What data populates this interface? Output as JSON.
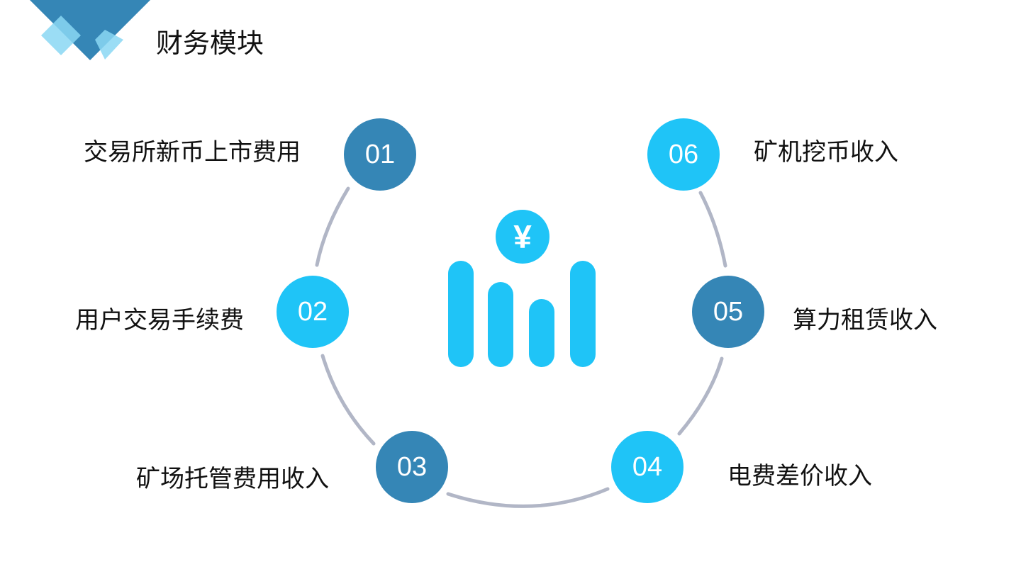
{
  "header": {
    "title": "财务模块"
  },
  "colors": {
    "dark_accent": "#3586b6",
    "light_accent": "#1fc4f7",
    "ring": "#b1b6c6"
  },
  "center_icon": {
    "name": "yuan-bar-chart-icon",
    "symbol": "¥"
  },
  "items": [
    {
      "number": "01",
      "label": "交易所新币上市费用",
      "tone": "dark"
    },
    {
      "number": "02",
      "label": "用户交易手续费",
      "tone": "light"
    },
    {
      "number": "03",
      "label": "矿场托管费用收入",
      "tone": "dark"
    },
    {
      "number": "04",
      "label": "电费差价收入",
      "tone": "light"
    },
    {
      "number": "05",
      "label": "算力租赁收入",
      "tone": "dark"
    },
    {
      "number": "06",
      "label": "矿机挖币收入",
      "tone": "light"
    }
  ]
}
